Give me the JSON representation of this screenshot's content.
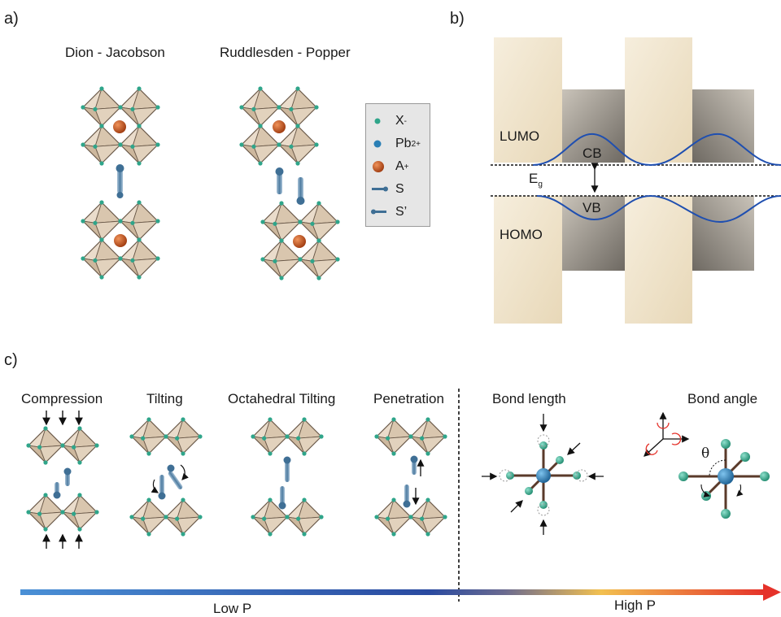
{
  "panels": {
    "a": "a)",
    "b": "b)",
    "c": "c)"
  },
  "panel_a": {
    "dj_title": "Dion - Jacobson",
    "rp_title": "Ruddlesden - Popper",
    "legend": [
      {
        "label": "X",
        "sup": "-",
        "icon": "x-anion-icon"
      },
      {
        "label": "Pb",
        "sup": "2+",
        "icon": "pb-cation-icon"
      },
      {
        "label": "A",
        "sup": "+",
        "icon": "a-cation-icon"
      },
      {
        "label": "S",
        "sup": "",
        "icon": "s-spacer-icon"
      },
      {
        "label": "S’",
        "sup": "",
        "icon": "s-prime-spacer-icon"
      }
    ]
  },
  "panel_b": {
    "lumo": "LUMO",
    "homo": "HOMO",
    "cb": "CB",
    "vb": "VB",
    "eg": "E",
    "eg_sub": "g"
  },
  "panel_c": {
    "compression": "Compression",
    "tilting": "Tilting",
    "octahedral_tilting": "Octahedral Tilting",
    "penetration": "Penetration",
    "bond_length": "Bond length",
    "bond_angle": "Bond angle",
    "theta": "θ",
    "low_p": "Low P",
    "high_p": "High P"
  },
  "colors": {
    "octahedron": "#e6d8c3",
    "octahedron_edge": "#6b5a4a",
    "x_anion": "#2fa58a",
    "pb": "#2a7fb5",
    "a_cation": "#c4501a",
    "spacer": "#3f6f95",
    "band_light": "#f1e6cf",
    "band_dark": "#8e8880",
    "band_curve": "#1f4fb0",
    "arrow_red": "#e5322a"
  }
}
